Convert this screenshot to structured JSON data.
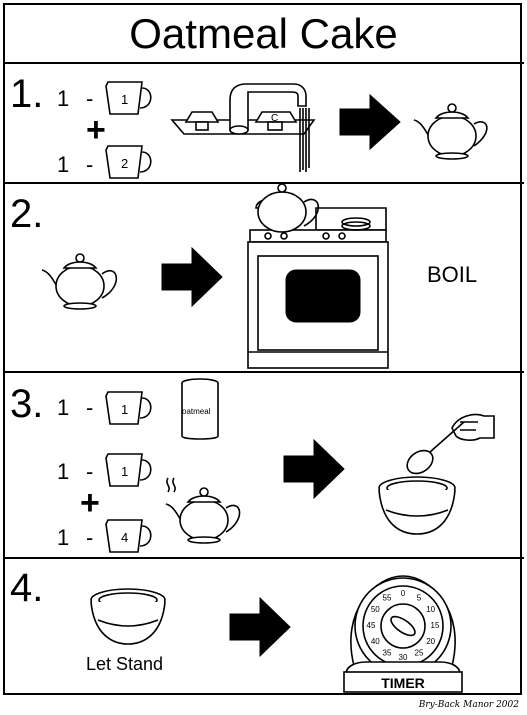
{
  "title": "Oatmeal Cake",
  "steps": [
    {
      "number": "1.",
      "lines": [
        {
          "qty": "1",
          "dash": "-",
          "cup": "1"
        },
        {
          "plus": "+"
        },
        {
          "qty": "1",
          "dash": "-",
          "cup": "2"
        }
      ],
      "faucet_label": "C"
    },
    {
      "number": "2.",
      "action_label": "BOIL"
    },
    {
      "number": "3.",
      "lines": [
        {
          "qty": "1",
          "dash": "-",
          "cup": "1",
          "item_label": "oatmeal"
        },
        {
          "qty": "1",
          "dash": "-",
          "cup": "1"
        },
        {
          "plus": "+"
        },
        {
          "qty": "1",
          "dash": "-",
          "cup": "4"
        }
      ]
    },
    {
      "number": "4.",
      "action_label": "Let Stand",
      "timer_label": "TIMER",
      "timer_ticks": [
        "55",
        "0",
        "5",
        "10",
        "15",
        "20",
        "25",
        "30",
        "35",
        "40",
        "45",
        "50"
      ]
    }
  ],
  "credit": "Bry-Back Manor 2002",
  "icons": [
    "measuring-cup-icon",
    "faucet-icon",
    "teapot-icon",
    "arrow-right-icon",
    "stove-icon",
    "oatmeal-canister-icon",
    "spoon-hand-icon",
    "bowl-icon",
    "timer-icon"
  ]
}
